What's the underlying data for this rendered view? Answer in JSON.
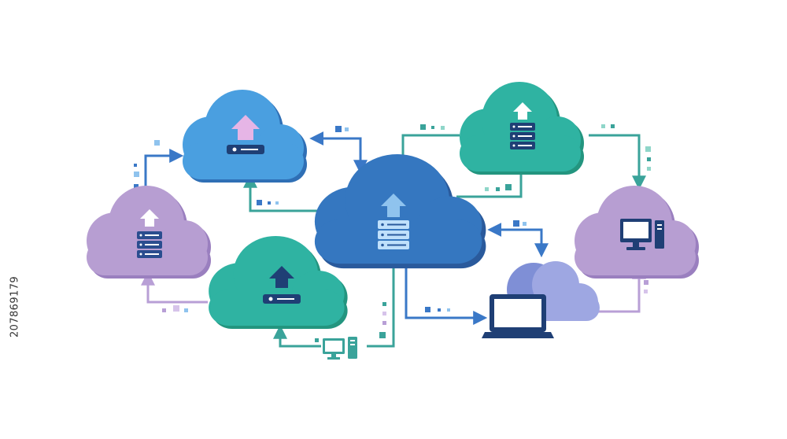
{
  "image_id_text": "207869179",
  "colors": {
    "blue_light": "#4a9fe0",
    "blue_dark": "#2f6fb5",
    "navy": "#2a4d8f",
    "teal": "#2fb3a2",
    "teal_dark": "#23957f",
    "purple": "#b79ed2",
    "purple_dark": "#9a7fbf",
    "periwinkle": "#9ea7e2",
    "pink_arrow": "#e6b5e6",
    "arrow_teal": "#3aa39a",
    "arrow_blue": "#3a78c7",
    "arrow_purple": "#b89fd6"
  },
  "nodes": [
    {
      "id": "top-left-cloud",
      "icon": "router-icon",
      "arrow": "upload-arrow-icon"
    },
    {
      "id": "top-right-cloud",
      "icon": "server-rack-icon",
      "arrow": "upload-arrow-icon"
    },
    {
      "id": "left-cloud",
      "icon": "server-rack-icon",
      "arrow": "upload-arrow-icon"
    },
    {
      "id": "center-cloud",
      "icon": "server-rack-icon",
      "arrow": "upload-arrow-icon"
    },
    {
      "id": "bottom-left-cloud",
      "icon": "router-icon",
      "arrow": "upload-arrow-icon"
    },
    {
      "id": "right-cloud",
      "icon": "desktop-computer-icon"
    },
    {
      "id": "laptop-cloud",
      "icon": "laptop-icon"
    },
    {
      "id": "small-desktop",
      "icon": "desktop-computer-icon"
    }
  ]
}
